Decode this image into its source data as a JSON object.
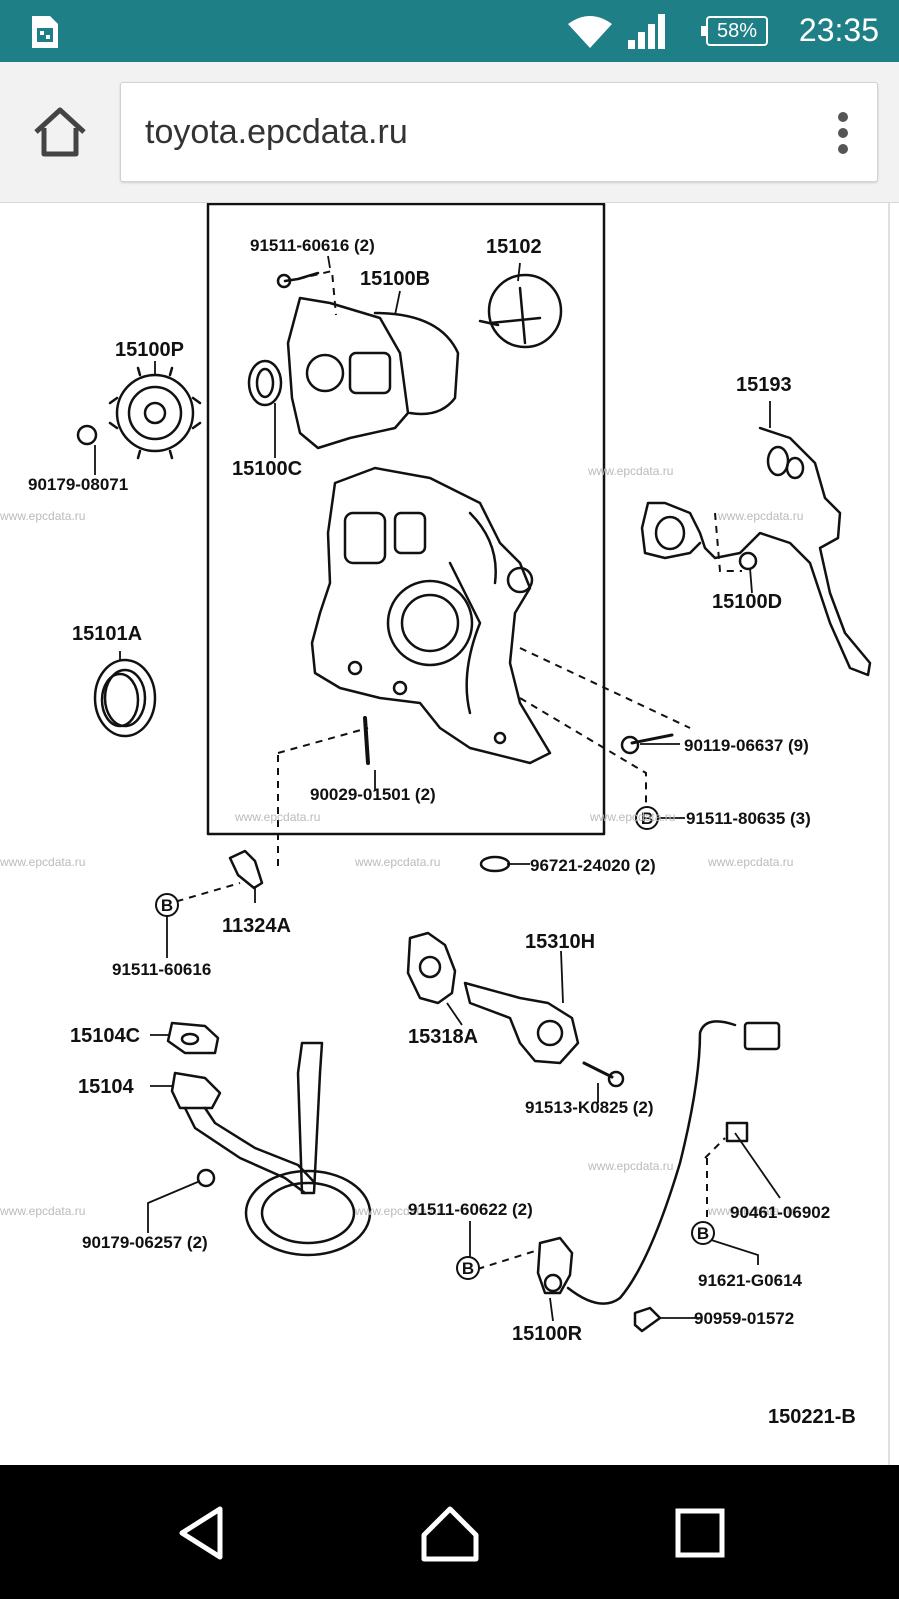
{
  "status_bar": {
    "battery": "58%",
    "time": "23:35",
    "icons": [
      "sim-card-icon",
      "wifi-icon",
      "cell-signal-icon",
      "battery-icon"
    ]
  },
  "browser": {
    "url": "toyota.epcdata.ru",
    "icons": [
      "home-icon",
      "overflow-menu-icon"
    ]
  },
  "diagram": {
    "watermark": "www.epcdata.ru",
    "drawing_id": "150221-B",
    "parts": {
      "p_91511_60616_2": "91511-60616 (2)",
      "p_15102": "15102",
      "p_15100B": "15100B",
      "p_15100P": "15100P",
      "p_15100C": "15100C",
      "p_90179_08071": "90179-08071",
      "p_15193": "15193",
      "p_15100D": "15100D",
      "p_15101A": "15101A",
      "p_90119_06637_9": "90119-06637 (9)",
      "p_90029_01501_2": "90029-01501 (2)",
      "p_91511_80635_3": "91511-80635 (3)",
      "p_96721_24020_2": "96721-24020 (2)",
      "p_11324A": "11324A",
      "p_91511_60616": "91511-60616",
      "p_15310H": "15310H",
      "p_15318A": "15318A",
      "p_15104C": "15104C",
      "p_15104": "15104",
      "p_91513_K0825_2": "91513-K0825 (2)",
      "p_91511_60622_2": "91511-60622 (2)",
      "p_90461_06902": "90461-06902",
      "p_90179_06257_2": "90179-06257 (2)",
      "p_91621_G0614": "91621-G0614",
      "p_15100R": "15100R",
      "p_90959_01572": "90959-01572"
    },
    "callout": "B"
  },
  "nav_bar": {
    "icons": [
      "back-icon",
      "home-nav-icon",
      "recents-icon"
    ]
  }
}
